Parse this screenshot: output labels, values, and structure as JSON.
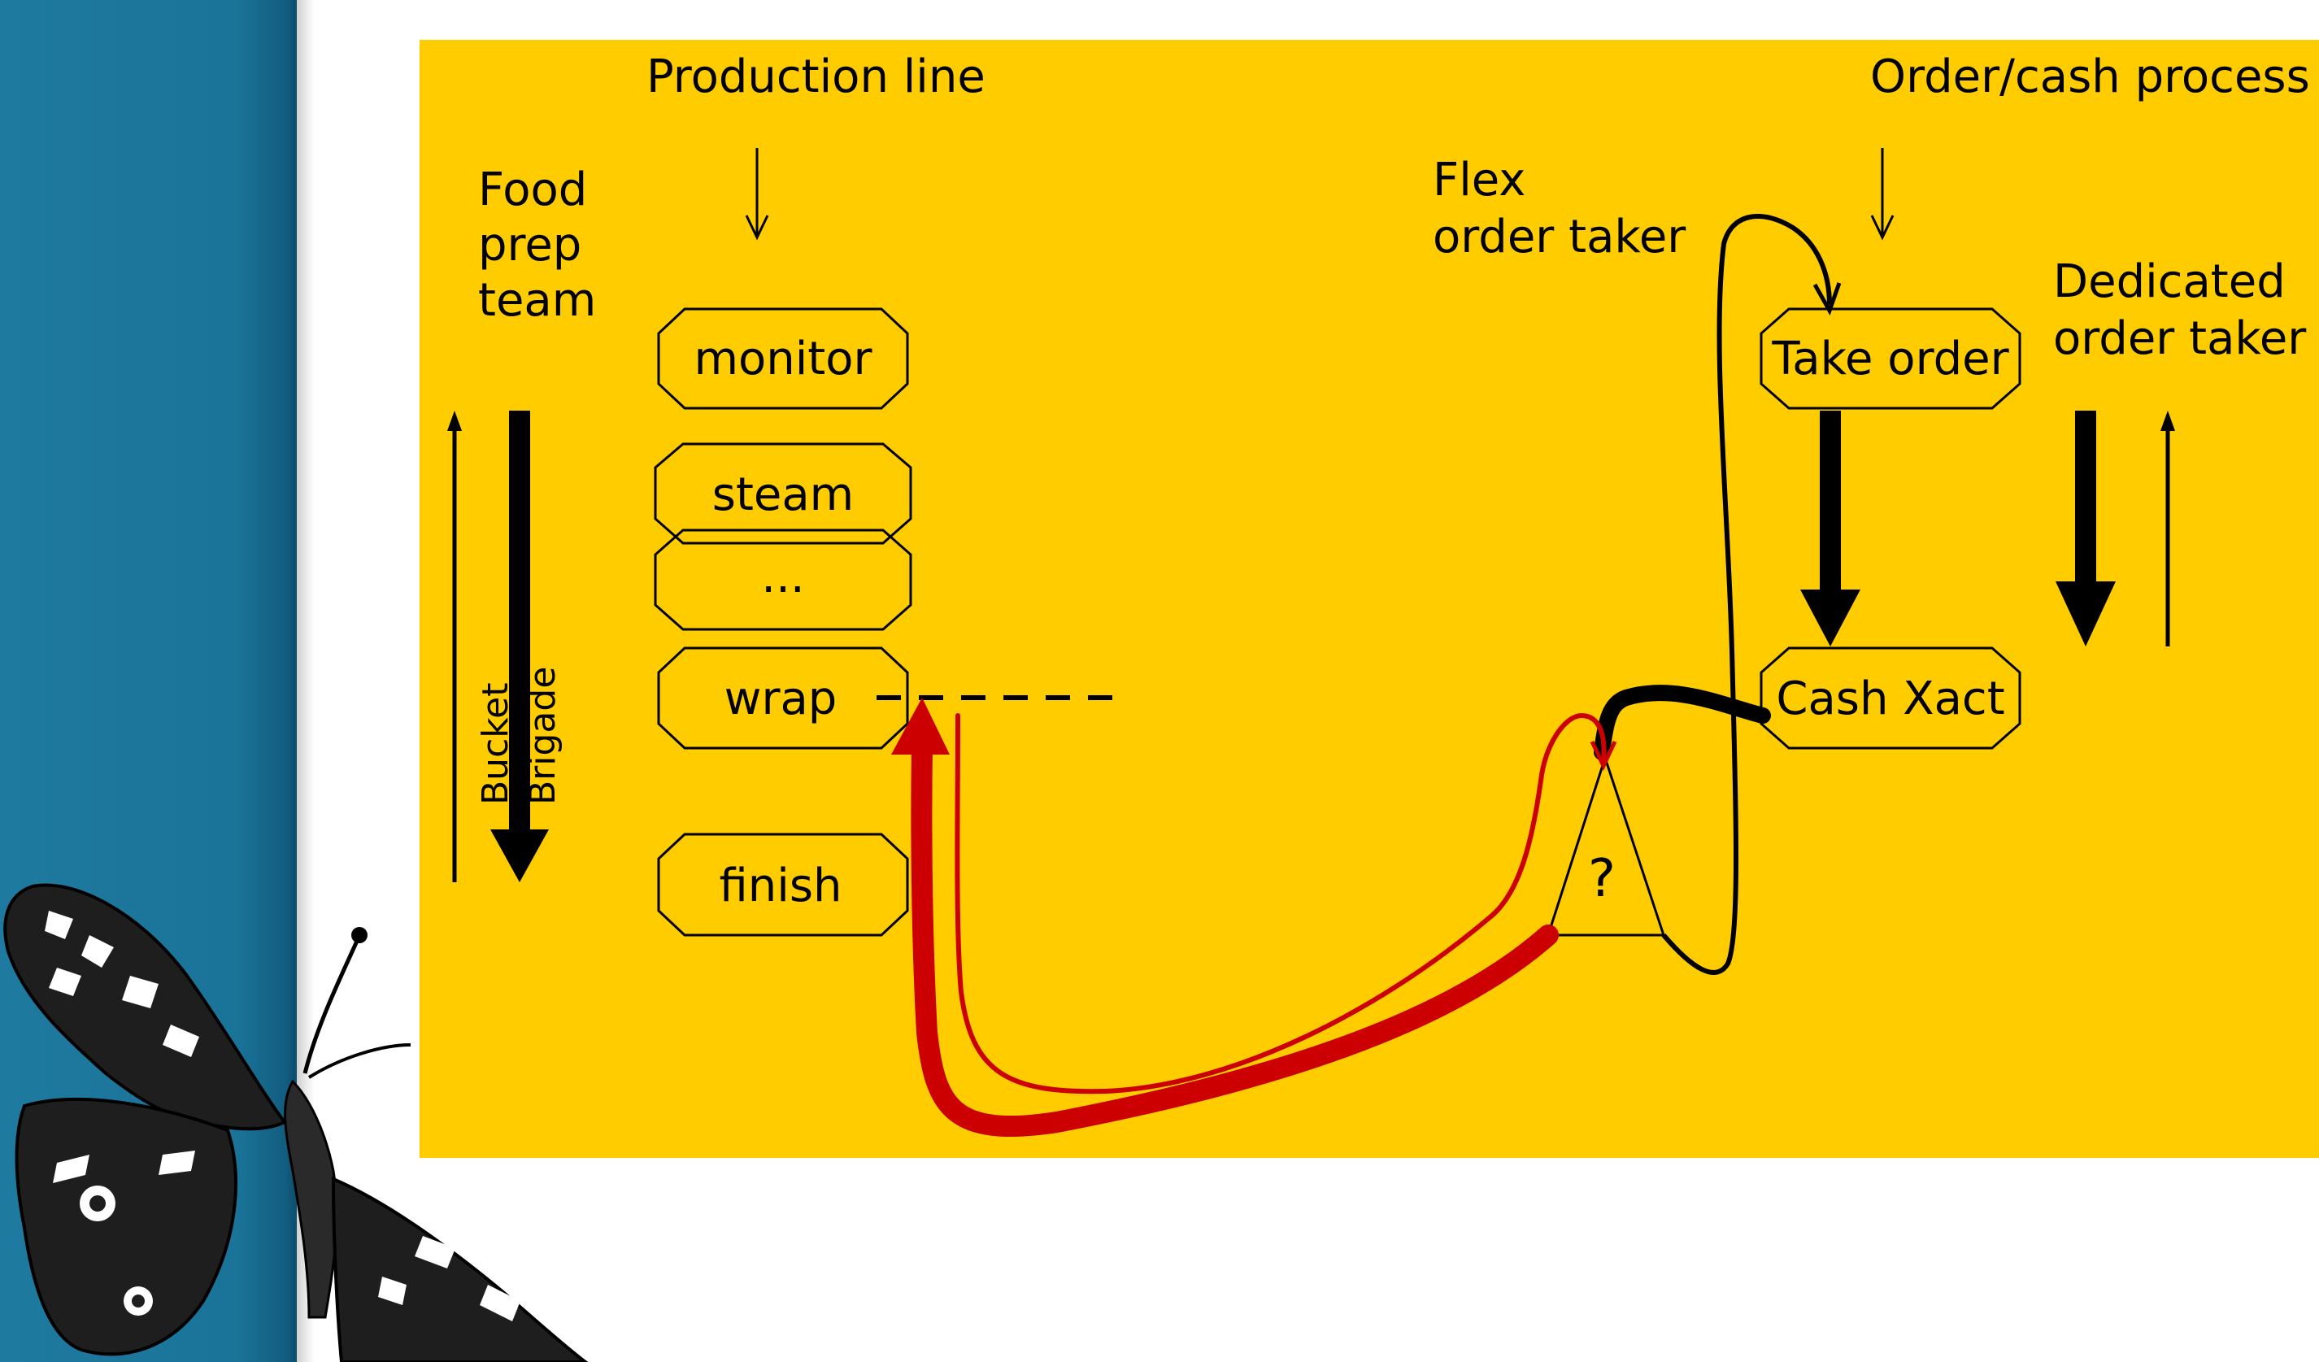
{
  "headers": {
    "production_line": "Production line",
    "order_cash_process": "Order/cash process"
  },
  "roles": {
    "food_prep_team": [
      "Food",
      "prep",
      "team"
    ],
    "flex_order_taker": [
      "Flex",
      "order taker"
    ],
    "dedicated_order_taker": [
      "Dedicated",
      "order taker"
    ],
    "bucket_brigade": [
      "Bucket",
      "Brigade"
    ]
  },
  "production_steps": [
    "monitor",
    "steam",
    "...",
    "wrap",
    "finish"
  ],
  "order_steps": [
    "Take order",
    "Cash Xact"
  ],
  "decision_label": "?",
  "colors": {
    "sidebar": "#1a7398",
    "panel": "#ffcc00",
    "stroke": "#000000",
    "flow_red": "#cc0000"
  }
}
